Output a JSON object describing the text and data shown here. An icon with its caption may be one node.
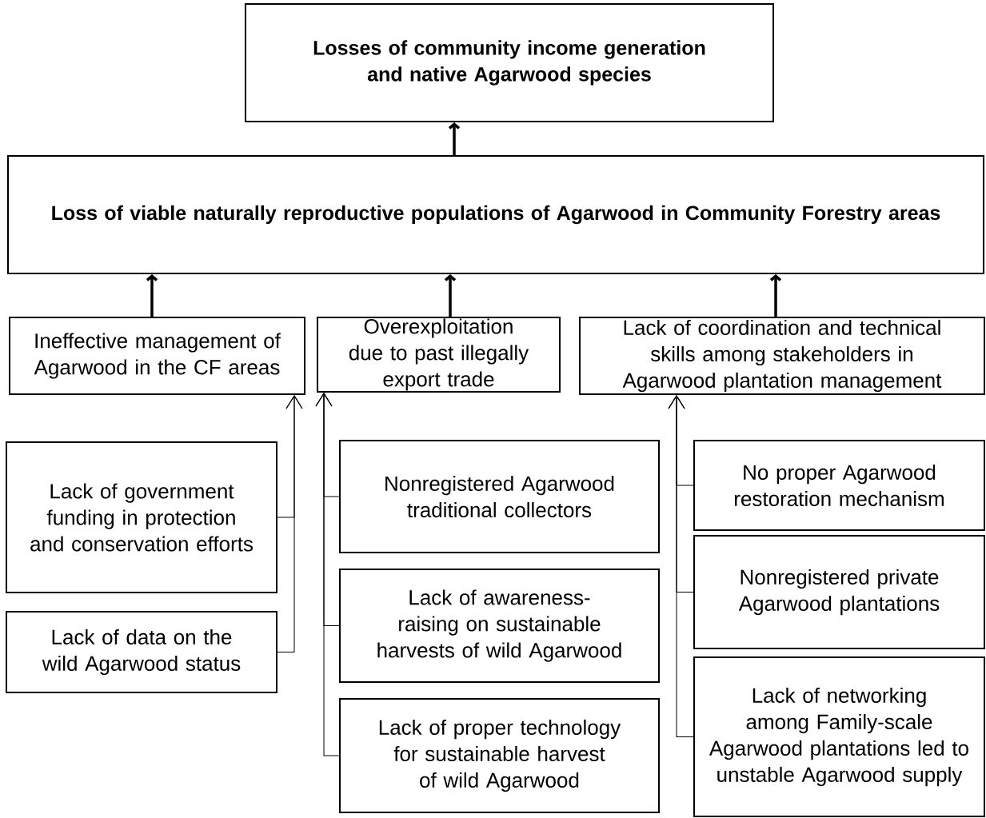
{
  "diagram": {
    "nodes": [
      {
        "text": [
          "Losses of community income generation and native Agarwood species"
        ]
      },
      {
        "text": [
          "Loss of viable naturally reproductive populations of Agarwood in Community Forestry areas"
        ]
      },
      {
        "text": [
          "Ineffective management of Agarwood in the CF areas"
        ]
      },
      {
        "text": [
          "Overexploitation due to past illegally export trade"
        ]
      },
      {
        "text": [
          "Lack of coordination and technical skills among stakeholders in Agarwood plantation management"
        ]
      },
      {
        "text": [
          "Lack of government funding in protection and conservation efforts"
        ]
      },
      {
        "text": [
          "Lack of data on the wild Agarwood status"
        ]
      },
      {
        "text": [
          "Nonregistered Agarwood traditional collectors"
        ]
      },
      {
        "text": [
          "Lack of awareness-raising on sustainable harvests of wild Agarwood"
        ]
      },
      {
        "text": [
          "Lack of proper technology for sustainable harvest of wild Agarwood"
        ]
      },
      {
        "text": [
          "No proper Agarwood restoration mechanism"
        ]
      },
      {
        "text": [
          "Nonregistered private Agarwood plantations"
        ]
      },
      {
        "text": [
          "Lack of networking among Family-scale Agarwood plantations led to unstable Agarwood supply"
        ]
      }
    ],
    "edges": [
      {
        "from": 1,
        "to": 0,
        "arrow": "to",
        "style": "thick"
      },
      {
        "from": 2,
        "to": 1,
        "arrow": "to",
        "style": "thick"
      },
      {
        "from": 3,
        "to": 1,
        "arrow": "to",
        "style": "thick"
      },
      {
        "from": 4,
        "to": 1,
        "arrow": "to",
        "style": "thick"
      },
      {
        "from": 5,
        "to": 2,
        "arrow": "to"
      },
      {
        "from": 6,
        "to": 2,
        "arrow": "to"
      },
      {
        "from": 7,
        "to": 3,
        "arrow": "to"
      },
      {
        "from": 8,
        "to": 3,
        "arrow": "to"
      },
      {
        "from": 9,
        "to": 3,
        "arrow": "to"
      },
      {
        "from": 10,
        "to": 4,
        "arrow": "to"
      },
      {
        "from": 11,
        "to": 4,
        "arrow": "to"
      },
      {
        "from": 12,
        "to": 4,
        "arrow": "to"
      }
    ]
  }
}
